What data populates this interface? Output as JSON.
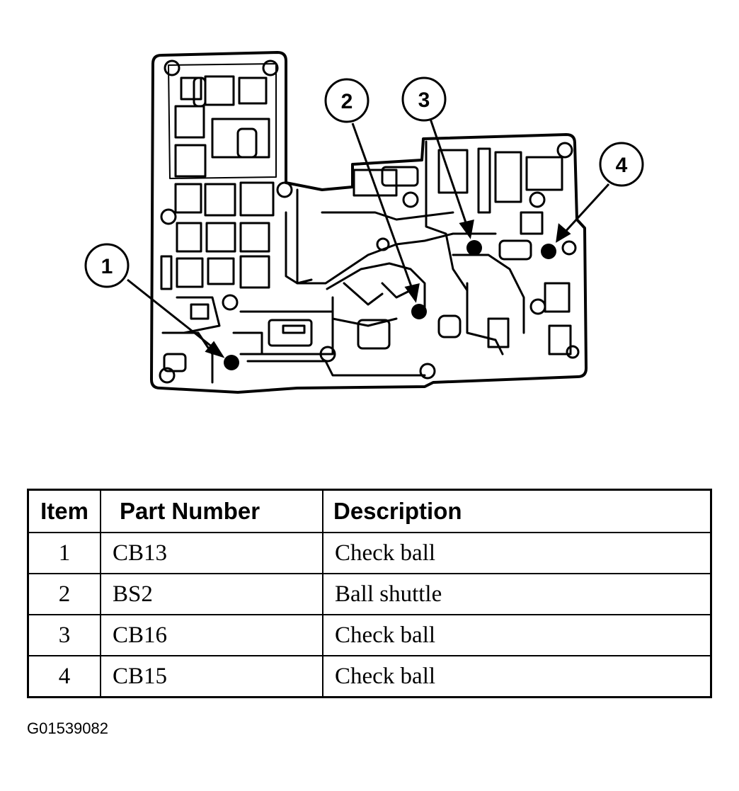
{
  "diagram": {
    "callouts": [
      "1",
      "2",
      "3",
      "4"
    ]
  },
  "table": {
    "headers": [
      "Item",
      "Part Number",
      "Description"
    ],
    "rows": [
      [
        "1",
        "CB13",
        "Check ball"
      ],
      [
        "2",
        "BS2",
        "Ball shuttle"
      ],
      [
        "3",
        "CB16",
        "Check ball"
      ],
      [
        "4",
        "CB15",
        "Check ball"
      ]
    ]
  },
  "figure_id": "G01539082"
}
